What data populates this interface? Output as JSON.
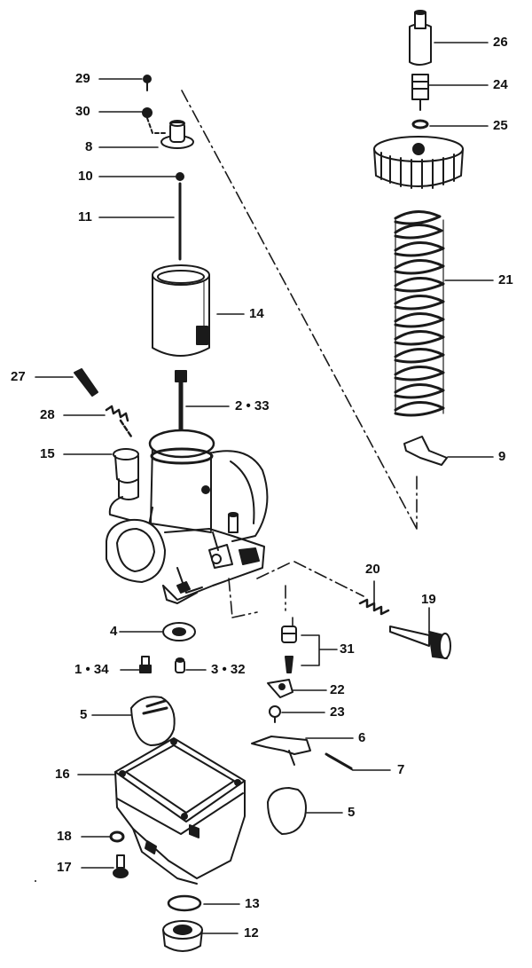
{
  "diagram": {
    "ink_color": "#1a1a1a",
    "callouts": {
      "c29": "29",
      "c30": "30",
      "c8": "8",
      "c10": "10",
      "c11": "11",
      "c14": "14",
      "c27": "27",
      "c2_33": "2 • 33",
      "c28": "28",
      "c15": "15",
      "c26": "26",
      "c24": "24",
      "c25": "25",
      "c21": "21",
      "c9": "9",
      "c20": "20",
      "c19": "19",
      "c4": "4",
      "c31": "31",
      "c1_34": "1 • 34",
      "c3_32": "3 • 32",
      "c22": "22",
      "c23": "23",
      "c5a": "5",
      "c6": "6",
      "c7": "7",
      "c16": "16",
      "c5b": "5",
      "c18": "18",
      "c17": "17",
      "c13": "13",
      "c12": "12"
    }
  }
}
